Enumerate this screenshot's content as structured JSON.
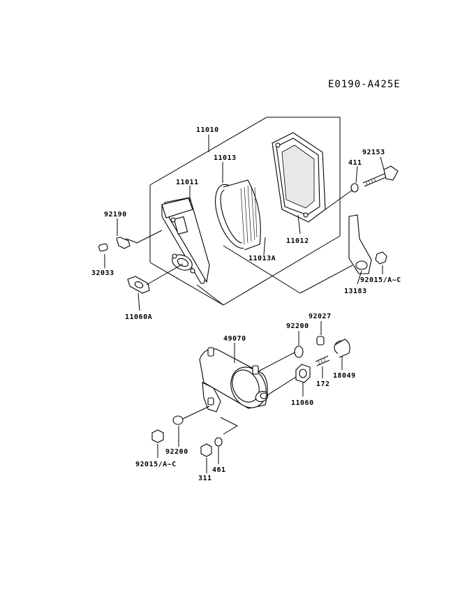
{
  "diagram_code": "E0190-A425E",
  "parts": [
    {
      "id": "p11010",
      "label": "11010"
    },
    {
      "id": "p11013",
      "label": "11013"
    },
    {
      "id": "p11011",
      "label": "11011"
    },
    {
      "id": "p92153",
      "label": "92153"
    },
    {
      "id": "p411",
      "label": "411"
    },
    {
      "id": "p92190",
      "label": "92190"
    },
    {
      "id": "p11012",
      "label": "11012"
    },
    {
      "id": "p11013A",
      "label": "11013A"
    },
    {
      "id": "p32033",
      "label": "32033"
    },
    {
      "id": "p92015a",
      "label": "92015/A~C"
    },
    {
      "id": "p13183",
      "label": "13183"
    },
    {
      "id": "p11060A",
      "label": "11060A"
    },
    {
      "id": "p92027",
      "label": "92027"
    },
    {
      "id": "p92200a",
      "label": "92200"
    },
    {
      "id": "p49070",
      "label": "49070"
    },
    {
      "id": "p172",
      "label": "172"
    },
    {
      "id": "p18049",
      "label": "18049"
    },
    {
      "id": "p11060",
      "label": "11060"
    },
    {
      "id": "p92200b",
      "label": "92200"
    },
    {
      "id": "p92015b",
      "label": "92015/A~C"
    },
    {
      "id": "p461",
      "label": "461"
    },
    {
      "id": "p311",
      "label": "311"
    }
  ]
}
